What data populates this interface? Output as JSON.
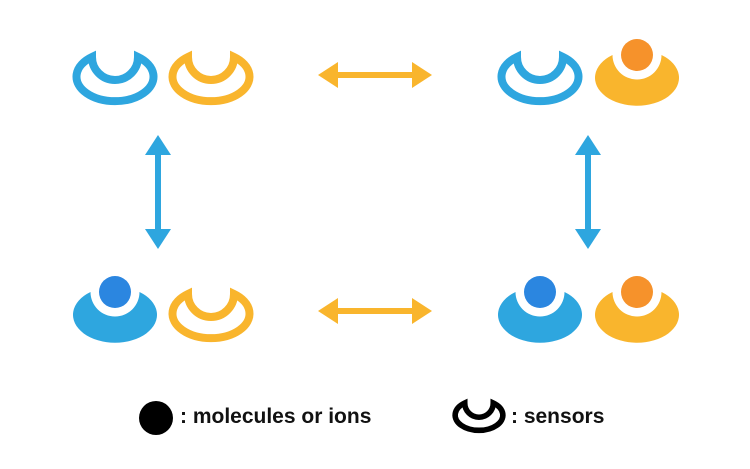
{
  "colors": {
    "sensor_blue": "#2ea6df",
    "sensor_yellow": "#f9b52d",
    "molecule_blue": "#2b86e0",
    "molecule_orange": "#f6922b",
    "arrow_horizontal": "#f9b52d",
    "arrow_vertical": "#2ea6df"
  },
  "states": [
    {
      "name": "both-empty",
      "blue_sensor": "empty",
      "yellow_sensor": "empty"
    },
    {
      "name": "yellow-bound",
      "blue_sensor": "empty",
      "yellow_sensor": "bound"
    },
    {
      "name": "blue-bound",
      "blue_sensor": "bound",
      "yellow_sensor": "empty"
    },
    {
      "name": "both-bound",
      "blue_sensor": "bound",
      "yellow_sensor": "bound"
    }
  ],
  "legend": {
    "molecule_label": ": molecules or ions",
    "sensor_label": ": sensors"
  }
}
